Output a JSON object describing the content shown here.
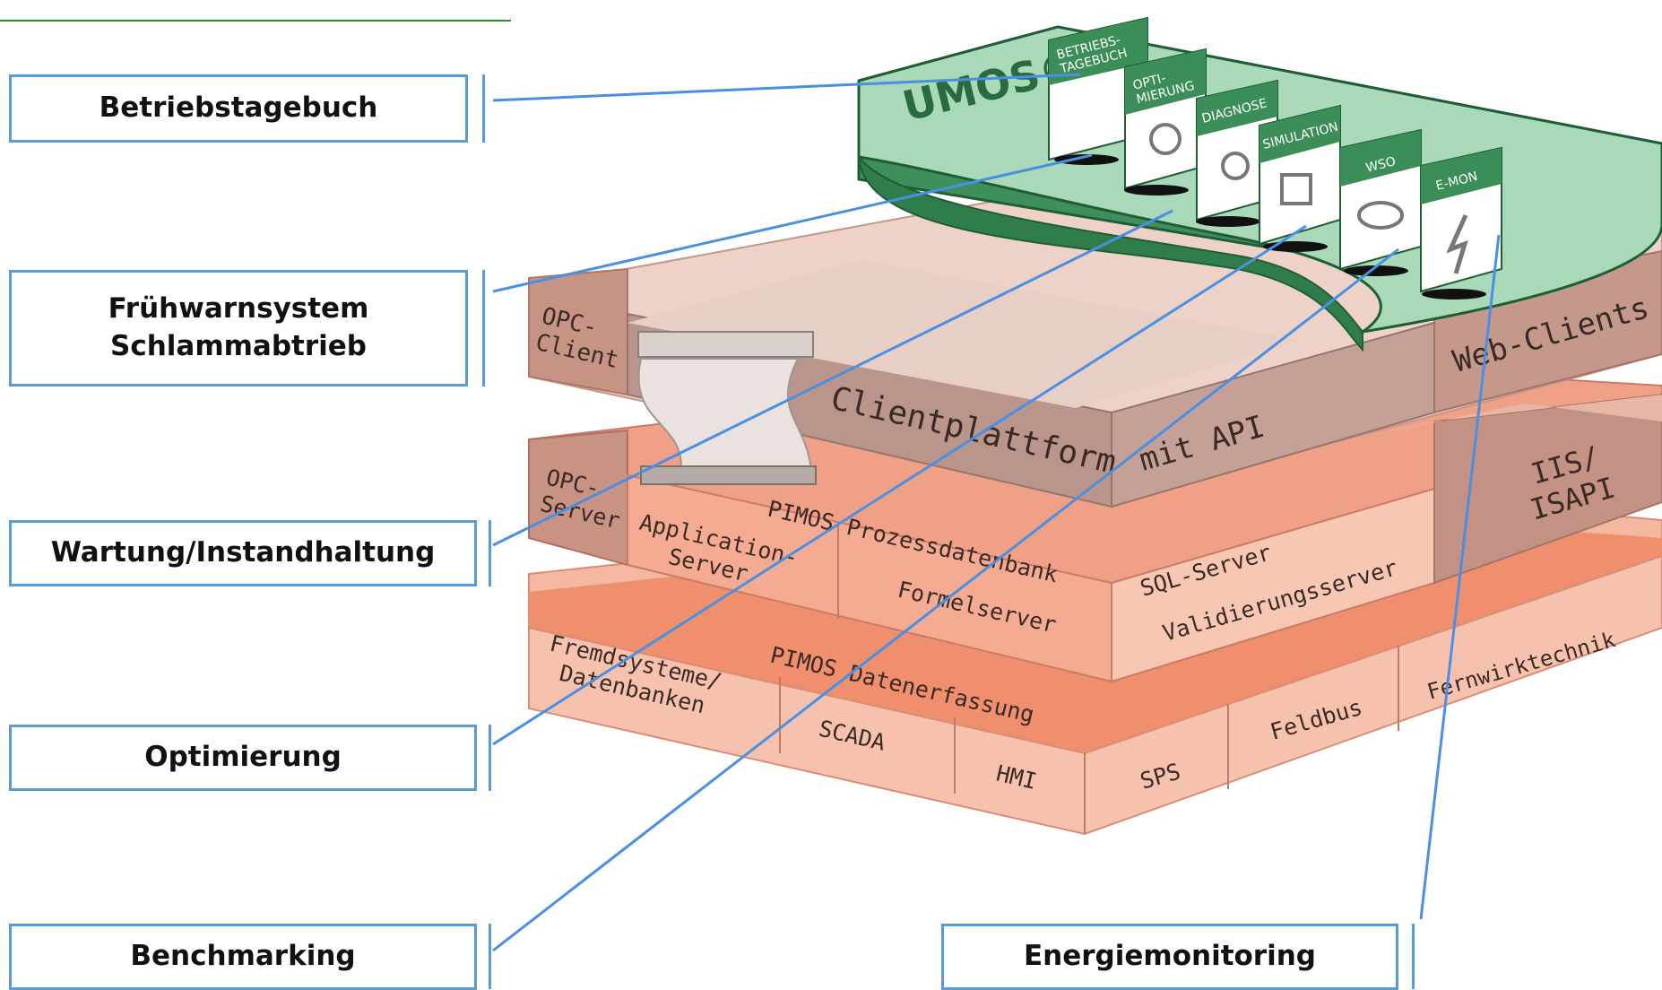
{
  "callouts": {
    "betriebstagebuch": "Betriebstagebuch",
    "fruehwarnsystem": "Frühwarnsystem\nSchlammabtrieb",
    "wartung": "Wartung/Instandhaltung",
    "optimierung": "Optimierung",
    "benchmarking": "Benchmarking",
    "energiemonitoring": "Energiemonitoring"
  },
  "platform": {
    "brand": "UMOS®",
    "tabs": [
      "BETRIEBS-\nTAGEBUCH",
      "OPTI-\nMIERUNG",
      "DIAGNOSE",
      "SIMULATION",
      "WSO",
      "E-MON"
    ]
  },
  "client_layer": {
    "opc_client": "OPC-\nClient",
    "clientplattform": "Clientplattform",
    "mit_api": "mit API",
    "web_clients": "Web-Clients"
  },
  "server_layer": {
    "opc_server": "OPC-\nServer",
    "application_server": "Application-\nServer",
    "pimos_prozessdatenbank": "PIMOS Prozessdatenbank",
    "formelserver": "Formelserver",
    "sql_server": "SQL-Server",
    "validierungsserver": "Validierungsserver",
    "iis_isapi": "IIS/\nISAPI"
  },
  "data_layer": {
    "fremdsysteme": "Fremdsysteme/\nDatenbanken",
    "pimos_datenerfassung": "PIMOS Datenerfassung",
    "scada": "SCADA",
    "hmi": "HMI",
    "sps": "SPS",
    "feldbus": "Feldbus",
    "fernwirktechnik": "Fernwirktechnik"
  },
  "colors": {
    "callout_border": "#5b9bd5",
    "green_dark": "#2f7d4a",
    "green_light": "#9ed1ad",
    "salmon": "#f0a088",
    "salmon_light": "#f8c9b8",
    "brown": "#b58a7e"
  }
}
